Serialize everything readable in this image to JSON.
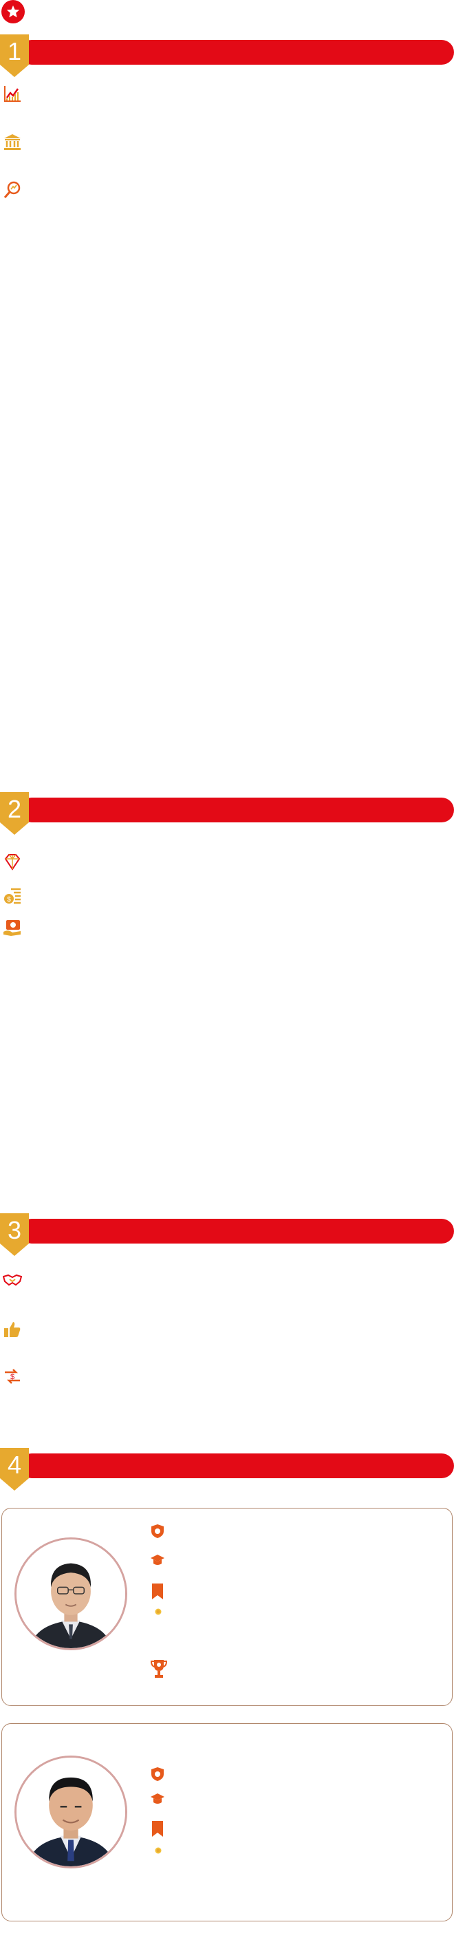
{
  "colors": {
    "primary": "#e30a16",
    "gold": "#e7a92f",
    "orange": "#e75a1b",
    "card_border": "#b0866a",
    "ring": "#d5a3a0"
  },
  "sections": [
    {
      "number": "1",
      "icons": [
        "line-chart-icon",
        "bank-icon",
        "search-chart-icon"
      ]
    },
    {
      "number": "2",
      "icons": [
        "diamond-icon",
        "coins-list-icon",
        "cash-hand-icon"
      ]
    },
    {
      "number": "3",
      "icons": [
        "handshake-icon",
        "thumbs-up-icon",
        "exchange-icon"
      ]
    },
    {
      "number": "4",
      "icons": []
    }
  ],
  "experts": [
    {
      "name": "expert-1",
      "icons": [
        "shield-icon",
        "graduation-cap-icon",
        "bookmark-icon",
        "sun-dot-icon",
        "trophy-icon"
      ]
    },
    {
      "name": "expert-2",
      "icons": [
        "shield-icon",
        "graduation-cap-icon",
        "bookmark-icon",
        "sun-dot-icon"
      ]
    }
  ]
}
